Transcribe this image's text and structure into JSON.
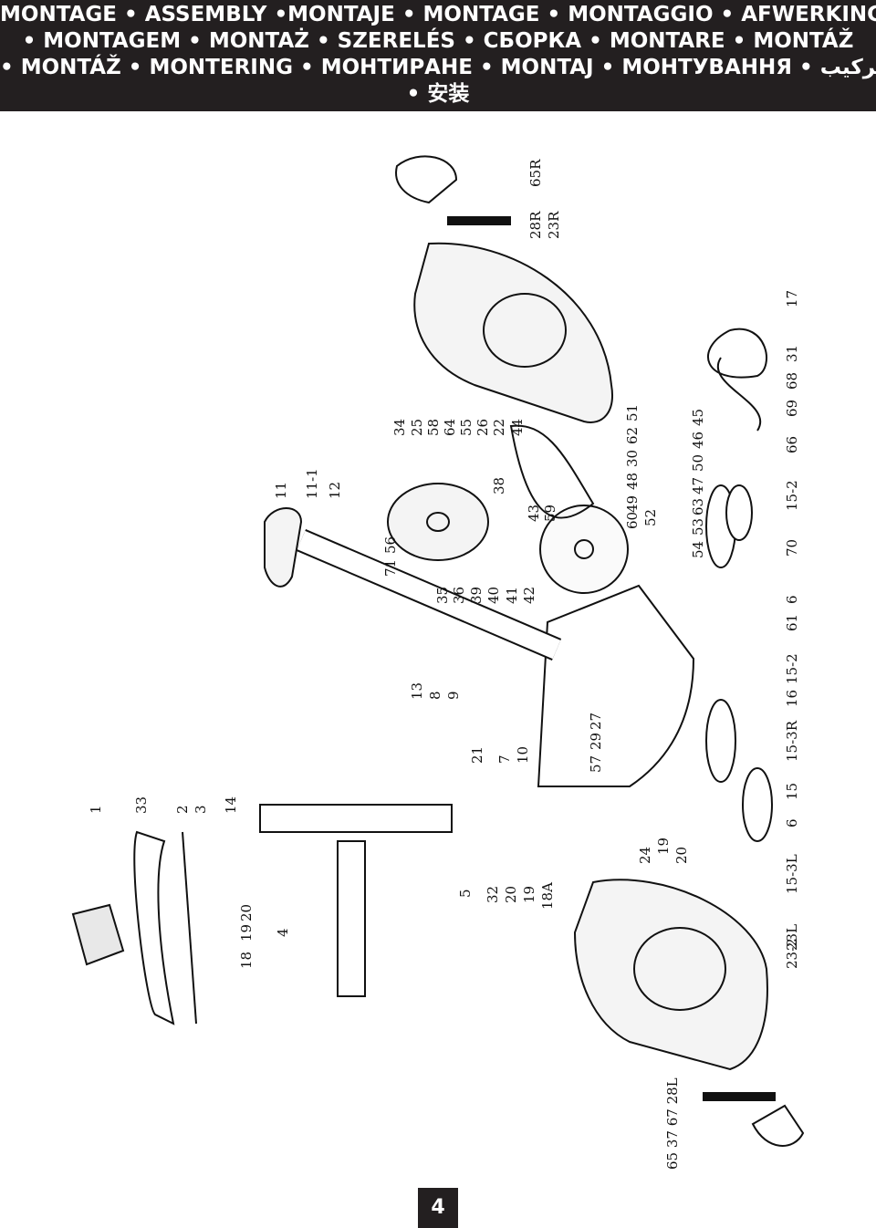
{
  "header": {
    "lines": [
      "MONTAGE • ASSEMBLY •MONTAJE • MONTAGE • MONTAGGIO • AFWERKING",
      "• MONTAGEM • MONTAŻ • SZERELÉS • СБОРКА • MONTARE •  MONTÁŽ",
      "• MONTÁŽ • MONTERING • МОНТИРАНЕ • MONTAJ • МОНТУВАННЯ • التركيب",
      "• 安装"
    ]
  },
  "diagram": {
    "part_labels": [
      "1",
      "33",
      "2",
      "3",
      "14",
      "4",
      "18",
      "19",
      "20",
      "5",
      "32",
      "20",
      "19",
      "18A",
      "21",
      "7",
      "10",
      "13",
      "8",
      "9",
      "11",
      "11-1",
      "12",
      "71",
      "56",
      "35",
      "36",
      "39",
      "40",
      "41",
      "42",
      "57",
      "29",
      "27",
      "24",
      "19",
      "20",
      "34",
      "25",
      "58",
      "64",
      "55",
      "26",
      "22",
      "44",
      "38",
      "43",
      "59",
      "51",
      "62",
      "30",
      "48",
      "49",
      "60",
      "52",
      "45",
      "46",
      "50",
      "47",
      "63",
      "53",
      "54",
      "65R",
      "28R",
      "23R",
      "17",
      "31",
      "68",
      "69",
      "66",
      "15-2",
      "70",
      "6",
      "61",
      "15-2",
      "16",
      "15-3R",
      "15",
      "6",
      "15-3L",
      "23L",
      "23-2",
      "65 37 67 28L"
    ]
  },
  "page": {
    "number": "4"
  }
}
